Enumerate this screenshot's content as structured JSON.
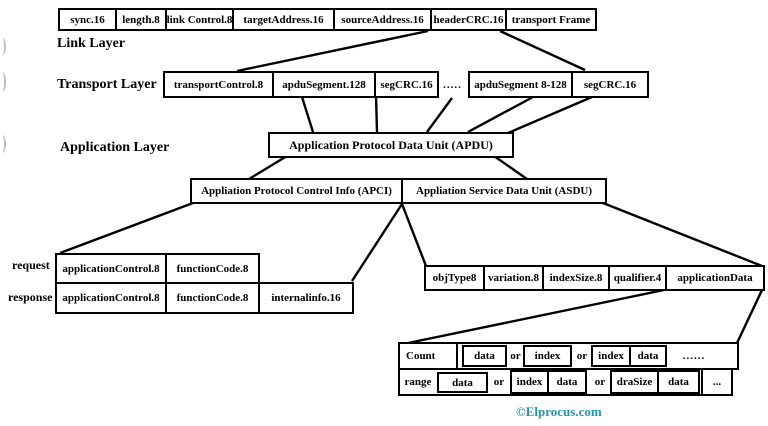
{
  "canvas": {
    "credit": "©Elprocus.com",
    "credit_color": "#1899ad"
  },
  "layers": {
    "link": {
      "label": "Link Layer",
      "fields": [
        "sync.16",
        "length.8",
        "link Control.8",
        "targetAddress.16",
        "sourceAddress.16",
        "headerCRC.16",
        "transport Frame"
      ]
    },
    "transport": {
      "label": "Transport Layer",
      "fields": [
        "transportControl.8",
        "apduSegment.128",
        "segCRC.16",
        "apduSegment 8-128",
        "segCRC.16"
      ],
      "ellipsis": "....."
    },
    "application": {
      "label": "Application Layer"
    }
  },
  "apdu": {
    "title": "Application Protocol Data Unit (APDU)"
  },
  "apci_asdu": {
    "apci": "Appliation Protocol Control Info (APCI)",
    "asdu": "Appliation Service Data Unit (ASDU)"
  },
  "request_response": {
    "request_label": "request",
    "request_fields": [
      "applicationControl.8",
      "functionCode.8"
    ],
    "response_label": "response",
    "response_fields": [
      "applicationControl.8",
      "functionCode.8",
      "internalinfo.16"
    ]
  },
  "asdu_fields": [
    "objType8",
    "variation.8",
    "indexSize.8",
    "qualifier.4",
    "applicationData"
  ],
  "count_row": {
    "label": "Count",
    "or": "or",
    "cells": [
      "data",
      "index",
      "index",
      "data"
    ],
    "dots": "......"
  },
  "range_row": {
    "label": "range",
    "or": "or",
    "cells": [
      "data",
      "index",
      "data",
      "draSize",
      "data"
    ],
    "dots": "..."
  }
}
